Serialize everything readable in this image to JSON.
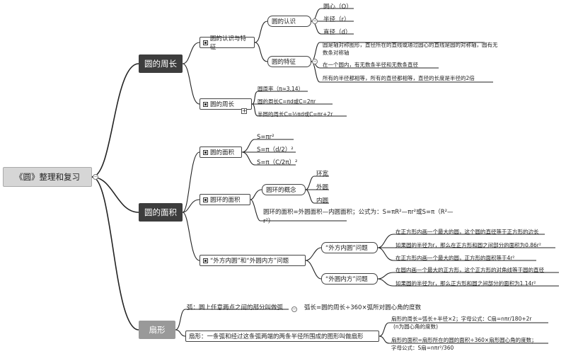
{
  "root": "《圆》整理和复习",
  "b1": {
    "title": "圆的周长",
    "s1": {
      "title": "圆的认识与特征",
      "know": {
        "title": "圆的认识",
        "items": [
          "圆心（O）",
          "半径（r）",
          "直径（d）"
        ]
      },
      "feat": {
        "title": "圆的特征",
        "items": [
          "圆是轴对称图形，直径所在的直线或通过圆心的直线是圆的对称轴，圆有无",
          "数条对称轴",
          "在一个圆内，有无数条半径和无数条直径",
          "所有的半径都相等，所有的直径都相等，直径的长度是半径的2倍"
        ]
      }
    },
    "s2": {
      "title": "圆的周长",
      "items": [
        "圆周率（π≈3.14）",
        "圆的周长C=πd或C=2πr",
        "半圆的周长C=½πd或C=πr+2r"
      ]
    }
  },
  "b2": {
    "title": "圆的面积",
    "s1": {
      "title": "圆的面积",
      "items": [
        "S=πr²",
        "S=π（d/2）²",
        "S=π（C/2π）²"
      ]
    },
    "s2": {
      "title": "圆环的面积",
      "concept": {
        "title": "圆环的概念",
        "items": [
          "环宽",
          "外圆",
          "内圆"
        ]
      },
      "formula1": "圆环的面积=外圆面积—内圆面积；公式为：S=πR²—πr²或S=π（R²—",
      "formula2": "r²）"
    },
    "s3": {
      "title": "“外方内圆”和“外圆内方”问题",
      "a": {
        "title": "“外方内圆”问题",
        "items": [
          "在正方形内画一个最大的圆，这个圆的直径等于正方形的边长",
          "如果圆的半径为r，那么在正方形和圆之间部分的面积为0.86r²",
          "在正方形内画一个最大的圆，正方形的面积等于4r²"
        ]
      },
      "b": {
        "title": "“外圆内方”问题",
        "items": [
          "在圆内画一个最大的正方形，这个正方形的对角线等于圆的直径",
          "如果圆的半径为r，那么正方形和圆之间部分的面积为1.14r²"
        ]
      }
    }
  },
  "b3": {
    "title": "扇形",
    "arc": {
      "label": "弧：圆上任意两点之间的部分叫做弧",
      "extra": "弧长=圆的周长÷360×弧所对圆心角的度数"
    },
    "sector": {
      "label": "扇形：一条弧和经过这条弧两端的两条半径所围成的图形叫做扇形",
      "items": [
        "扇形的周长=弧长+半径×2；字母公式：C扇=nπr/180+2r",
        "(n为圆心角的度数)",
        "扇形的面积=扇形所在的圆的面积÷360×扇形圆心角的度数；",
        "字母公式：S扇=nπr²/360"
      ]
    }
  }
}
